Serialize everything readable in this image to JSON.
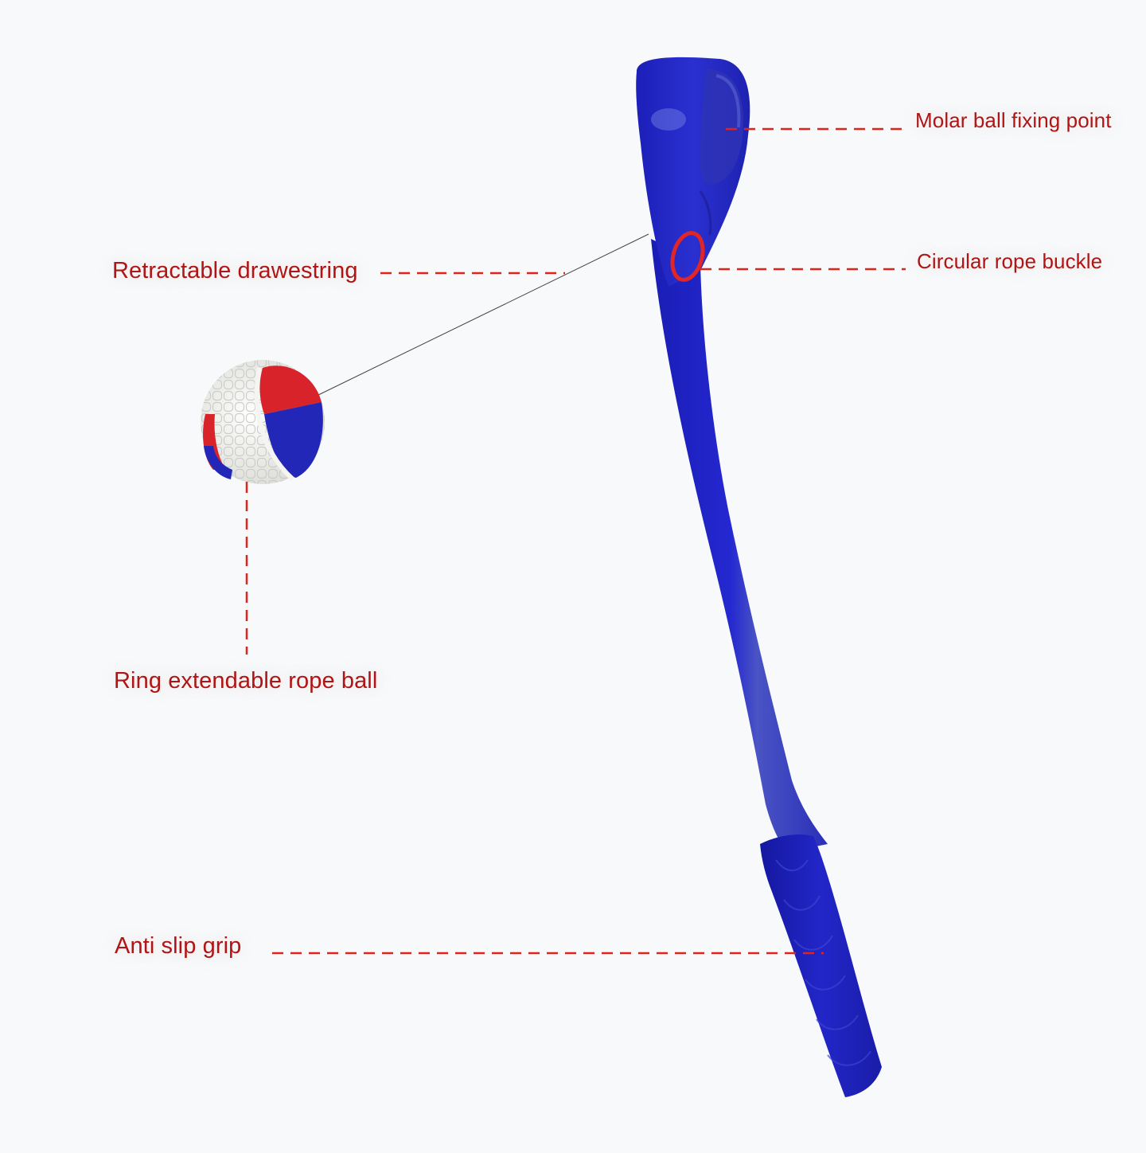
{
  "diagram": {
    "subject": "Dog ball launcher with retractable rope ball",
    "colors": {
      "background": "#f7f9fb",
      "label_text": "#b01414",
      "leader_line": "#e0241c",
      "launcher_blue": "#1f22c4",
      "launcher_blue_dark": "#15179a",
      "launcher_blue_light": "#4a55cc",
      "ball_red": "#d8232a",
      "ball_blue": "#2227b8",
      "ball_white": "#f2f2f0",
      "rope_ring": "#e02626"
    },
    "callouts": [
      {
        "id": "molar-ball-fixing-point",
        "text": "Molar ball fixing point",
        "side": "right"
      },
      {
        "id": "circular-rope-buckle",
        "text": "Circular rope buckle",
        "side": "right"
      },
      {
        "id": "retractable-drawstring",
        "text": "Retractable drawestring",
        "side": "left"
      },
      {
        "id": "ring-extendable-rope-ball",
        "text": "Ring extendable rope ball",
        "side": "left"
      },
      {
        "id": "anti-slip-grip",
        "text": "Anti slip grip",
        "side": "left"
      }
    ]
  }
}
